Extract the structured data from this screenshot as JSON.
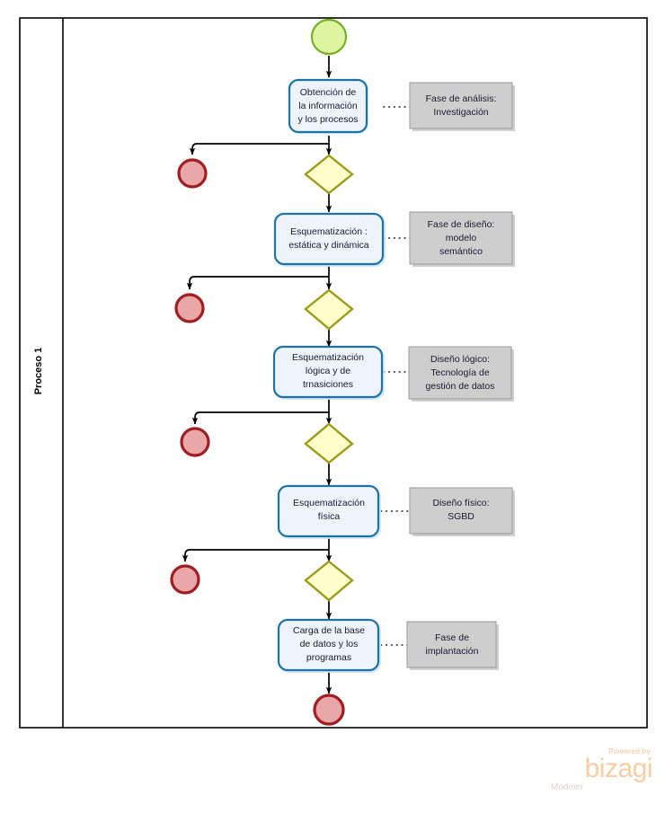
{
  "pool": {
    "lane_title": "Proceso 1"
  },
  "nodes": {
    "start_event": {
      "name": "start-event",
      "type": "start"
    },
    "tasks": [
      {
        "id": "task-1",
        "lines": [
          "Obtención de",
          "la información",
          "y los procesos"
        ]
      },
      {
        "id": "task-2",
        "lines": [
          "Esquematización :",
          "estática y dinámica"
        ]
      },
      {
        "id": "task-3",
        "lines": [
          "Esquematización",
          "lógica y de",
          "trnasiciones"
        ]
      },
      {
        "id": "task-4",
        "lines": [
          "Esquematización",
          "física"
        ]
      },
      {
        "id": "task-5",
        "lines": [
          "Carga de la base",
          "de datos y los",
          "programas"
        ]
      }
    ],
    "annotations": [
      {
        "id": "annotation-1",
        "lines": [
          "Fase de análisis:",
          "Investigación"
        ]
      },
      {
        "id": "annotation-2",
        "lines": [
          "Fase de diseño:",
          "modelo",
          "semántico"
        ]
      },
      {
        "id": "annotation-3",
        "lines": [
          "Diseño lógico:",
          "Tecnología de",
          "gestión de datos"
        ]
      },
      {
        "id": "annotation-4",
        "lines": [
          "Diseño físico:",
          "SGBD"
        ]
      },
      {
        "id": "annotation-5",
        "lines": [
          "Fase de",
          "implantación"
        ]
      }
    ],
    "gateways": [
      {
        "id": "gateway-1"
      },
      {
        "id": "gateway-2"
      },
      {
        "id": "gateway-3"
      },
      {
        "id": "gateway-4"
      }
    ],
    "end_events": [
      {
        "id": "end-event-1"
      },
      {
        "id": "end-event-2"
      },
      {
        "id": "end-event-3"
      },
      {
        "id": "end-event-4"
      },
      {
        "id": "end-event-final"
      }
    ]
  },
  "logo": {
    "powered_by": "Powered by",
    "brand": "bizagi",
    "product": "Modeler"
  },
  "colors": {
    "start_fill": "#ddf5a0",
    "start_stroke": "#76b027",
    "end_fill": "#e9a7a7",
    "end_stroke": "#a01d22",
    "gateway_fill": "#ffffcb",
    "gateway_stroke": "#9b9b18",
    "task_fill": "#eff3fc",
    "task_stroke": "#1a74a8",
    "annotation_fill": "#cecece",
    "annotation_stroke": "#9a9a9a",
    "flow_stroke": "#000000",
    "brand_orange": "#f7cda4"
  }
}
